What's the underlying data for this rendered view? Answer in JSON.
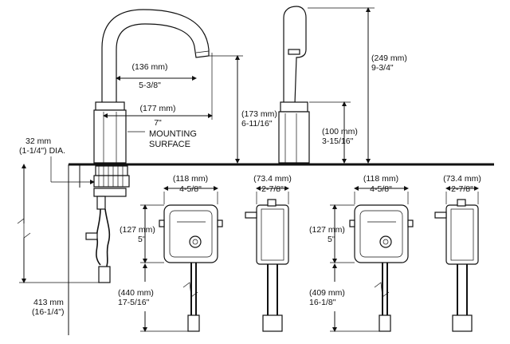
{
  "labels": {
    "mounting_surface_line1": "MOUNTING",
    "mounting_surface_line2": "SURFACE"
  },
  "dimensions": {
    "reach_mm": "(136 mm)",
    "reach_in": "5-3/8\"",
    "base_depth_mm": "(177 mm)",
    "base_depth_in": "7\"",
    "spout_height_mm": "(173 mm)",
    "spout_height_in": "6-11/16\"",
    "overall_height_mm": "(249 mm)",
    "overall_height_in": "9-3/4\"",
    "body_height_mm": "(100 mm)",
    "body_height_in": "3-15/16\"",
    "hole_dia_mm": "32 mm",
    "hole_dia_in": "(1-1/4\") DIA.",
    "below_deck_mm": "413 mm",
    "below_deck_in": "(16-1/4\")",
    "box1_width_mm": "(118 mm)",
    "box1_width_in": "4-5/8\"",
    "box1_side_mm": "(73.4 mm)",
    "box1_side_in": "2-7/8\"",
    "box1_height_mm": "(127 mm)",
    "box1_height_in": "5\"",
    "box1_hose_mm": "(440 mm)",
    "box1_hose_in": "17-5/16\"",
    "box2_width_mm": "(118 mm)",
    "box2_width_in": "4-5/8\"",
    "box2_side_mm": "(73.4 mm)",
    "box2_side_in": "2-7/8\"",
    "box2_height_mm": "(127 mm)",
    "box2_height_in": "5\"",
    "box2_hose_mm": "(409 mm)",
    "box2_hose_in": "16-1/8\""
  }
}
